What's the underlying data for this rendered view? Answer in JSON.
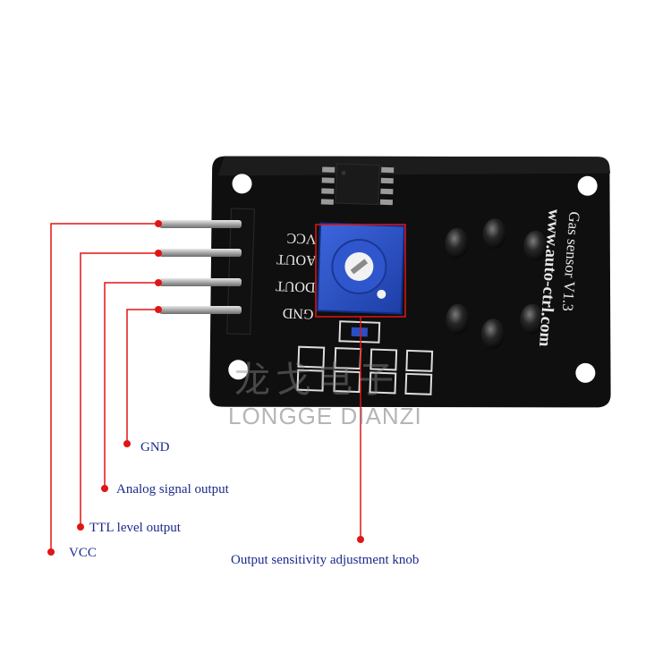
{
  "board": {
    "title": "Gas sensor V1.3",
    "url": "www.auto-ctrl.com",
    "pins": [
      "VCC",
      "AOUT",
      "DOUT",
      "GND"
    ]
  },
  "watermark": {
    "chinese": "龙戈电子",
    "english": "LONGGE DIANZI"
  },
  "callouts": {
    "gnd": "GND",
    "analog": "Analog signal output",
    "ttl": "TTL level output",
    "vcc": "VCC",
    "knob": "Output sensitivity adjustment knob"
  },
  "colors": {
    "pcb": "#0d0d0d",
    "leader": "#e01515",
    "label_text": "#1b2a8a",
    "potentiometer": "#2a4fc4",
    "pin_metal": "#b9b9b9"
  }
}
